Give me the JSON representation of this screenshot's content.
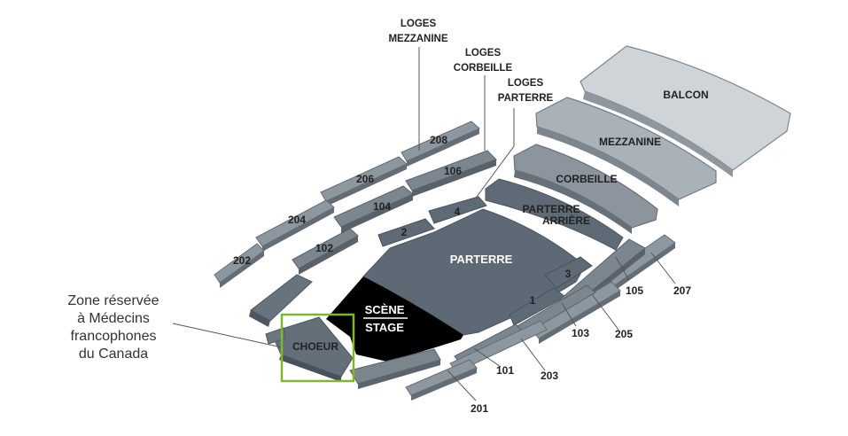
{
  "map": {
    "balcon": "BALCON",
    "mezzanine": "MEZZANINE",
    "corbeille": "CORBEILLE",
    "parterre_arriere_1": "PARTERRE",
    "parterre_arriere_2": "ARRIÈRE",
    "parterre": "PARTERRE",
    "scene": "SCÈNE",
    "stage": "STAGE",
    "choeur": "CHOEUR",
    "loges_mezzanine_1": "LOGES",
    "loges_mezzanine_2": "MEZZANINE",
    "loges_corbeille_1": "LOGES",
    "loges_corbeille_2": "CORBEILLE",
    "loges_parterre_1": "LOGES",
    "loges_parterre_2": "PARTERRE",
    "s208": "208",
    "s206": "206",
    "s204": "204",
    "s202": "202",
    "s106": "106",
    "s104": "104",
    "s102": "102",
    "s4": "4",
    "s2": "2",
    "s3": "3",
    "s1": "1",
    "s105": "105",
    "s207": "207",
    "s103": "103",
    "s205": "205",
    "s101": "101",
    "s203": "203",
    "s201": "201"
  },
  "note": {
    "line1": "Zone réservée",
    "line2": "à Médecins",
    "line3": "francophones",
    "line4": "du Canada"
  },
  "colors": {
    "highlight": "#7cb72c",
    "parterre": "#5d6a76",
    "stage": "#000000"
  }
}
